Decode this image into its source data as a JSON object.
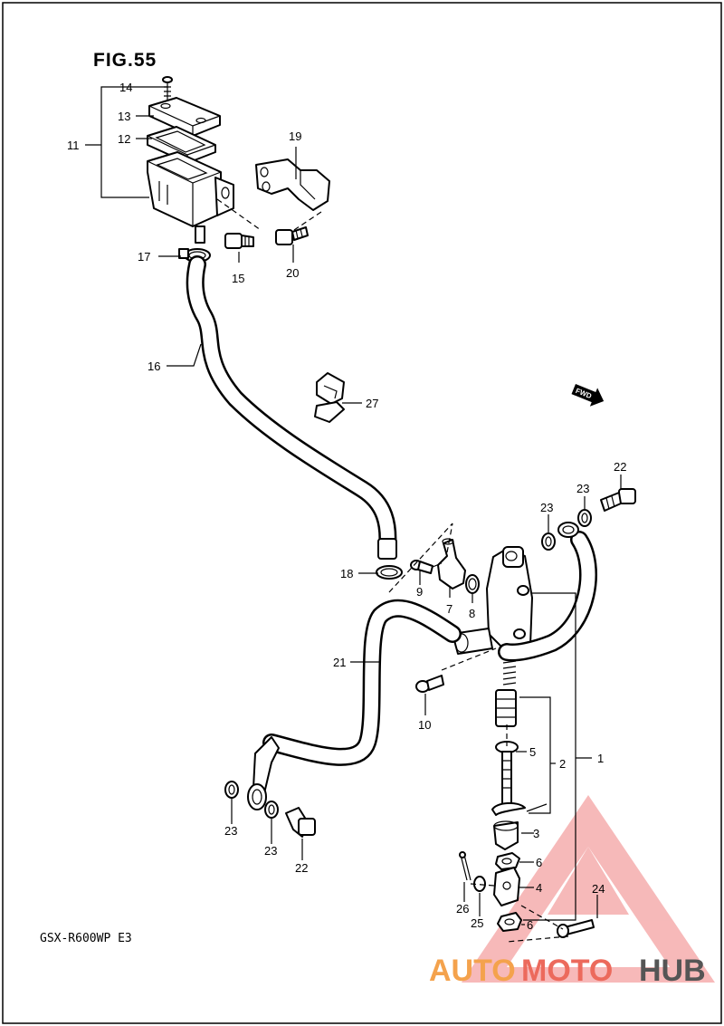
{
  "figure": {
    "title": "FIG.55",
    "model": "GSX-R600WP E3"
  },
  "direction_label": "FWD",
  "callouts": [
    "1",
    "2",
    "3",
    "4",
    "5",
    "6",
    "6",
    "7",
    "8",
    "9",
    "10",
    "11",
    "12",
    "13",
    "14",
    "15",
    "16",
    "17",
    "18",
    "19",
    "20",
    "21",
    "22",
    "22",
    "23",
    "23",
    "23",
    "23",
    "24",
    "25",
    "26",
    "27"
  ],
  "watermark": {
    "brand_part1": "AUTO",
    "brand_part2": "MOTO",
    "brand_part3": "HUB",
    "colors": {
      "auto": "#f4a24c",
      "moto": "#ec6a5c",
      "hub": "#555555",
      "triangle": "#f08080"
    }
  }
}
